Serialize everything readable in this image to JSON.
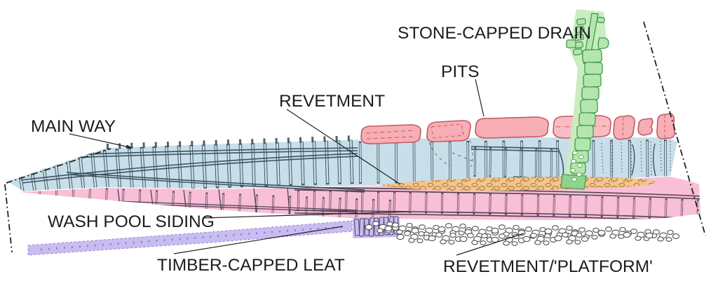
{
  "diagram": {
    "labels": {
      "stone_capped_drain": "STONE-CAPPED DRAIN",
      "pits": "PITS",
      "revetment": "REVETMENT",
      "main_way": "MAIN WAY",
      "wash_pool_siding": "WASH POOL SIDING",
      "timber_capped_leat": "TIMBER-CAPPED LEAT",
      "revetment_platform": "REVETMENT/'PLATFORM'"
    },
    "colors": {
      "main_way_fill": "#c8dfea",
      "main_way_line": "#3d5260",
      "siding_fill": "#f8bfd6",
      "siding_line": "#534055",
      "pit_fill": "#f7aeb5",
      "pit_fill_light": "#f9bcc3",
      "pit_line": "#c05a66",
      "drain_fill": "#b5e5ae",
      "drain_halo": "#c9ecc1",
      "drain_tip_fill": "#8fd48c",
      "drain_line": "#3f9b4c",
      "revetment_fill": "#f3c68f",
      "revetment_stone_fill": "#eec089",
      "revetment_line": "#b07a35",
      "leat_fill": "#c9bcf0",
      "leat_dot": "#8b7ad6",
      "leat_plank_fill": "#c9baee",
      "leat_plank_line": "#4a4470",
      "platform_stone_fill": "#ffffff",
      "platform_stone_line": "#4f4f4f",
      "label_color": "#1c1c1c",
      "boundary_color": "#222222"
    }
  }
}
